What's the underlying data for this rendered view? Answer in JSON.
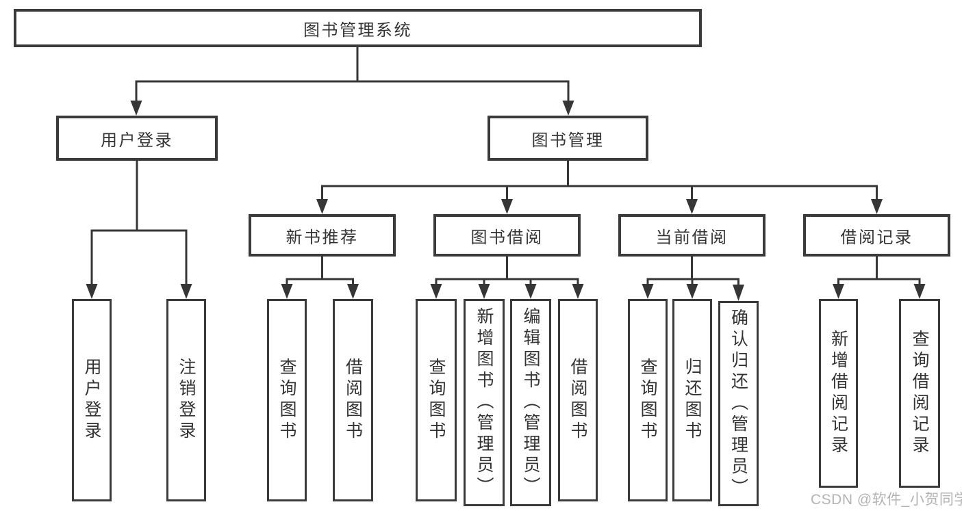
{
  "diagram": {
    "root": {
      "label": "图书管理系统"
    },
    "branches": [
      {
        "label": "用户登录",
        "children": [
          {
            "label": "用户登录"
          },
          {
            "label": "注销登录"
          }
        ]
      },
      {
        "label": "图书管理",
        "children": [
          {
            "label": "新书推荐",
            "children": [
              {
                "label": "查询图书"
              },
              {
                "label": "借阅图书"
              }
            ]
          },
          {
            "label": "图书借阅",
            "children": [
              {
                "label": "查询图书"
              },
              {
                "label": "新增图书（管理员）"
              },
              {
                "label": "编辑图书（管理员）"
              },
              {
                "label": "借阅图书"
              }
            ]
          },
          {
            "label": "当前借阅",
            "children": [
              {
                "label": "查询图书"
              },
              {
                "label": "归还图书"
              },
              {
                "label": "确认归还（管理员）"
              }
            ]
          },
          {
            "label": "借阅记录",
            "children": [
              {
                "label": "新增借阅记录"
              },
              {
                "label": "查询借阅记录"
              }
            ]
          }
        ]
      }
    ],
    "watermark": "CSDN @软件_小贺同学",
    "colors": {
      "border": "#3a3a3a",
      "line": "#363636",
      "text": "#333333",
      "watermark": "#b3b3b3",
      "background": "#ffffff"
    }
  }
}
